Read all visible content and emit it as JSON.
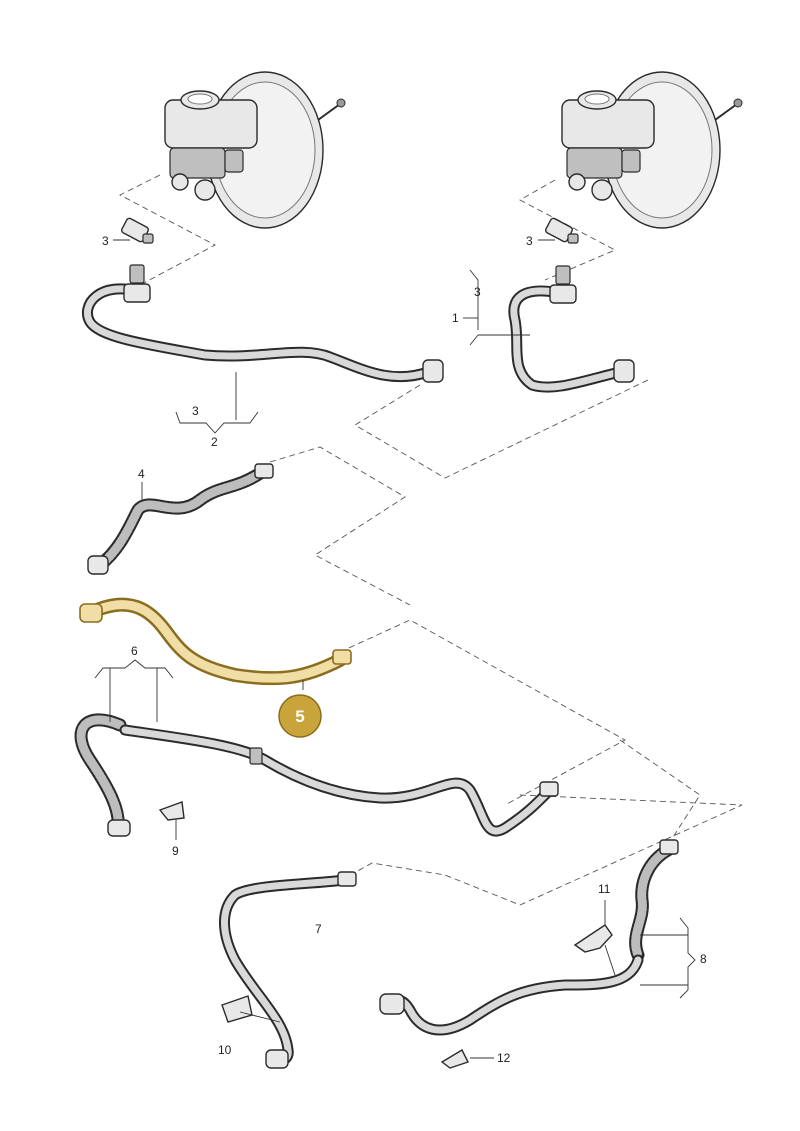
{
  "callouts": {
    "left_booster_sensor": "3",
    "right_booster_sensor": "3",
    "right_group_item": "3",
    "right_group": "1",
    "left_group_item": "3",
    "left_group": "2",
    "braided_hose": "4",
    "hose_group": "6",
    "clip_lower_left": "9",
    "hose_lower": "7",
    "clip_bottom": "10",
    "bracket_right": "11",
    "hose_group_right": "8",
    "clip_bottom_right": "12"
  },
  "highlight": {
    "label": "5",
    "fill_color": "#c9a43a",
    "outline_color": "#8a6d1e",
    "hose_color": "#f1dea6"
  }
}
